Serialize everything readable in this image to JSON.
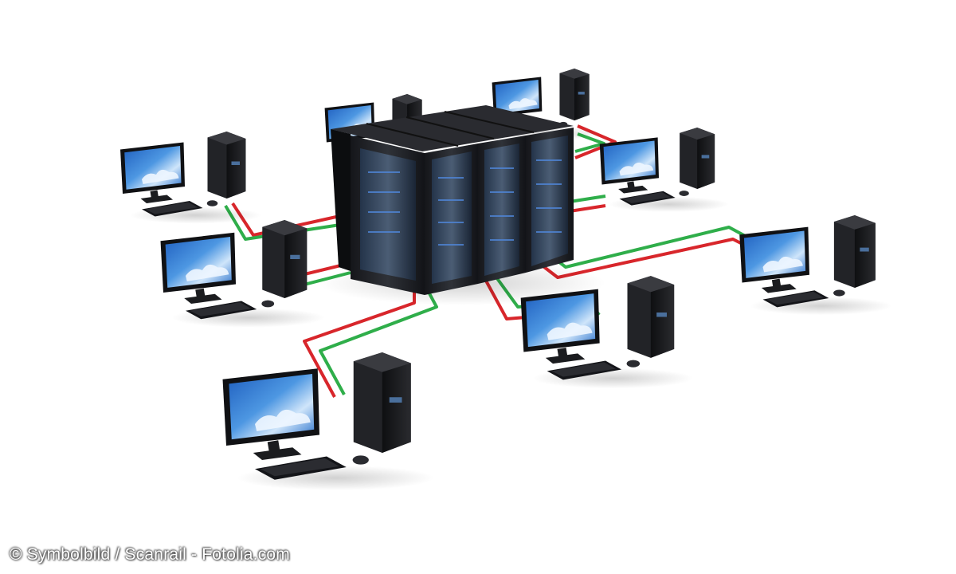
{
  "credit": "© Symbolbild / Scanrail - Fotolia.com",
  "colors": {
    "background": "#ffffff",
    "cable_red": "#d8262b",
    "cable_green": "#2fae4a",
    "hardware": "#1b1c1f",
    "screen_sky": "#3d86d6"
  },
  "nodes": [
    {
      "name": "server-rack",
      "type": "server-rack",
      "units": 4
    },
    {
      "name": "workstation-top-left"
    },
    {
      "name": "workstation-mid-left"
    },
    {
      "name": "workstation-bottom-left"
    },
    {
      "name": "workstation-behind-rack-left"
    },
    {
      "name": "workstation-behind-rack-right"
    },
    {
      "name": "workstation-right-upper"
    },
    {
      "name": "workstation-far-right"
    },
    {
      "name": "workstation-bottom-center"
    }
  ]
}
